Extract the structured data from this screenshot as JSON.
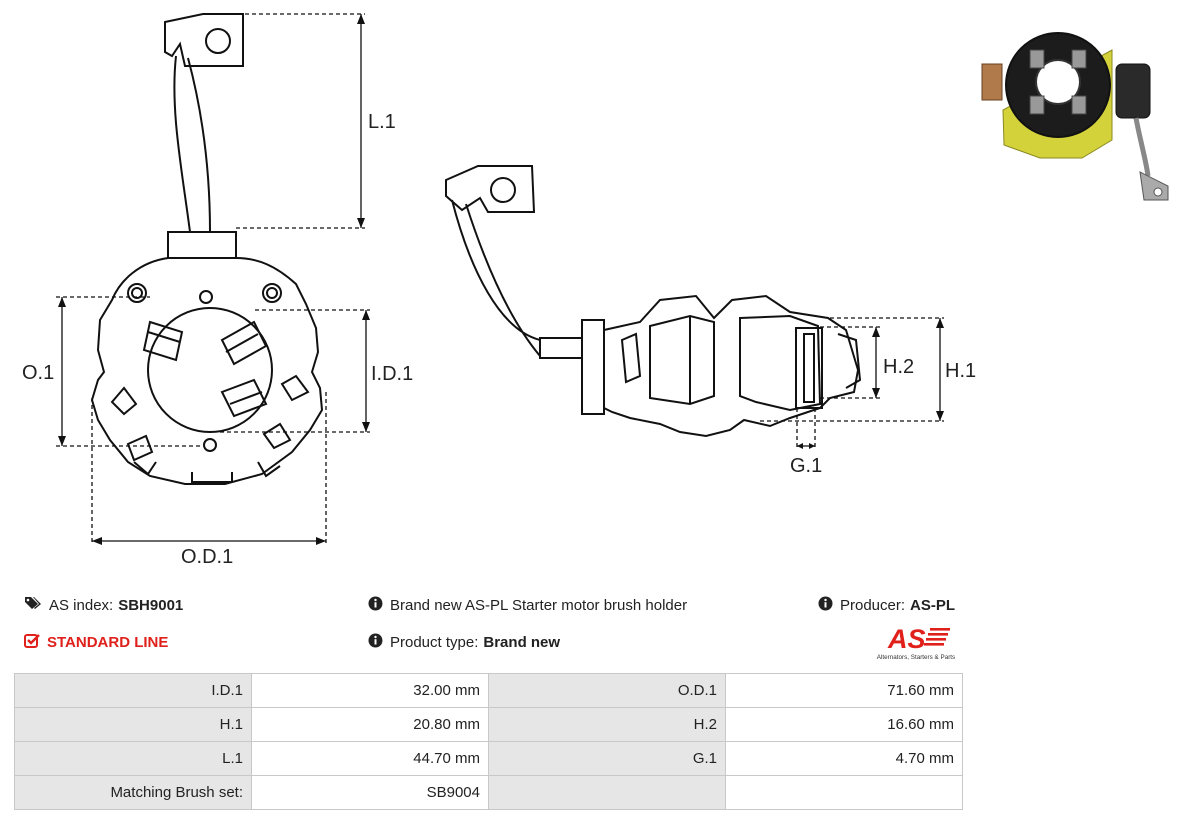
{
  "diagram": {
    "front_view_labels": {
      "l1": "L.1",
      "o1": "O.1",
      "id1": "I.D.1",
      "od1": "O.D.1"
    },
    "side_view_labels": {
      "h2": "H.2",
      "h1": "H.1",
      "g1": "G.1"
    }
  },
  "info": {
    "as_index_label": "AS index:",
    "as_index_value": "SBH9001",
    "description": "Brand new AS-PL Starter motor brush holder",
    "producer_label": "Producer:",
    "producer_value": "AS-PL",
    "line_badge": "STANDARD LINE",
    "product_type_label": "Product type:",
    "product_type_value": "Brand new",
    "logo_text": "AS",
    "logo_tagline": "Alternators, Starters & Parts"
  },
  "specs": [
    {
      "label_a": "I.D.1",
      "value_a": "32.00 mm",
      "label_b": "O.D.1",
      "value_b": "71.60 mm"
    },
    {
      "label_a": "H.1",
      "value_a": "20.80 mm",
      "label_b": "H.2",
      "value_b": "16.60 mm"
    },
    {
      "label_a": "L.1",
      "value_a": "44.70 mm",
      "label_b": "G.1",
      "value_b": "4.70 mm"
    },
    {
      "label_a": "Matching Brush set:",
      "value_a": "SB9004",
      "label_b": "",
      "value_b": ""
    }
  ],
  "colors": {
    "accent_red": "#e0201b",
    "label_bg": "#e6e6e6",
    "border": "#c8c8c8"
  },
  "icons": [
    "tags-icon",
    "info-circle-icon",
    "check-square-icon"
  ]
}
